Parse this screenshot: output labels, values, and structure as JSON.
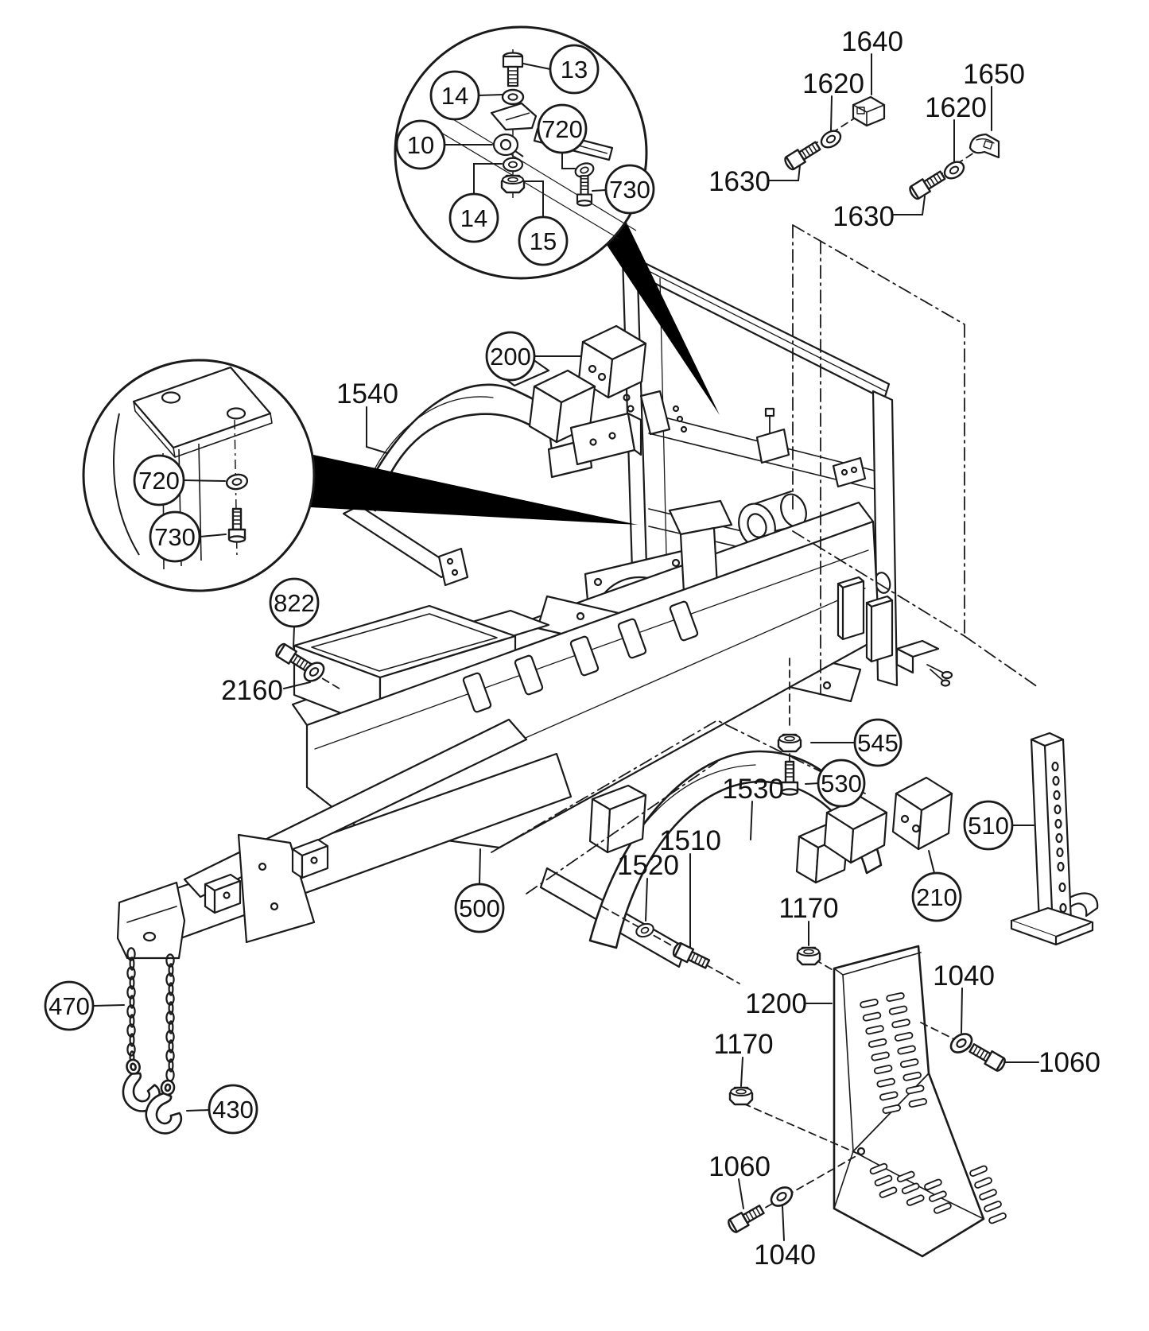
{
  "figure": {
    "type": "exploded-parts-diagram",
    "description": "Trailer chassis exploded view with circled detail insets, part callout balloons and part number labels"
  },
  "colors": {
    "line": "#1a1a1a",
    "background": "#ffffff"
  },
  "callouts": {
    "c13": "13",
    "c14a": "14",
    "c10": "10",
    "c720a": "720",
    "c730a": "730",
    "c14b": "14",
    "c15": "15",
    "c720b": "720",
    "c730b": "730",
    "c200": "200",
    "c822": "822",
    "c545": "545",
    "c530": "530",
    "c500": "500",
    "c470": "470",
    "c430": "430",
    "c510": "510",
    "c210": "210"
  },
  "labels": {
    "t1640": "1640",
    "t1620a": "1620",
    "t1650": "1650",
    "t1620b": "1620",
    "t1630a": "1630",
    "t1630b": "1630",
    "t1540": "1540",
    "t2160": "2160",
    "t1530": "1530",
    "t1510": "1510",
    "t1520": "1520",
    "t1170a": "1170",
    "t1170b": "1170",
    "t1200": "1200",
    "t1040a": "1040",
    "t1060a": "1060",
    "t1060b": "1060",
    "t1040b": "1040"
  }
}
